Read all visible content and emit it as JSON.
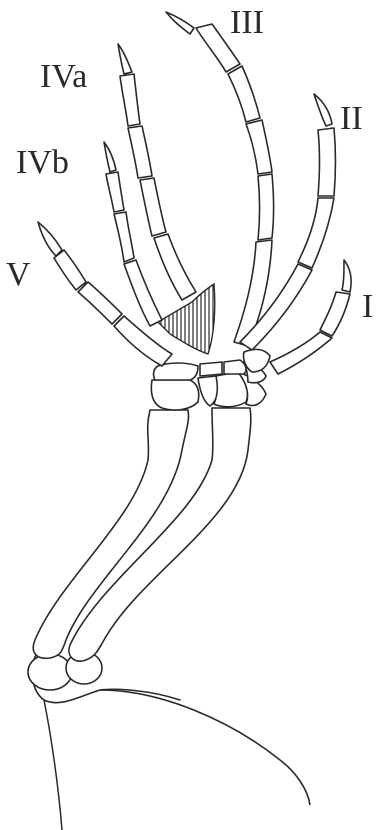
{
  "labels": {
    "digit_1": "I",
    "digit_2": "II",
    "digit_3": "III",
    "digit_4a": "IVa",
    "digit_4b": "IVb",
    "digit_5": "V"
  },
  "colors": {
    "ink": "#2a2a2a",
    "paper": "#ffffff"
  }
}
